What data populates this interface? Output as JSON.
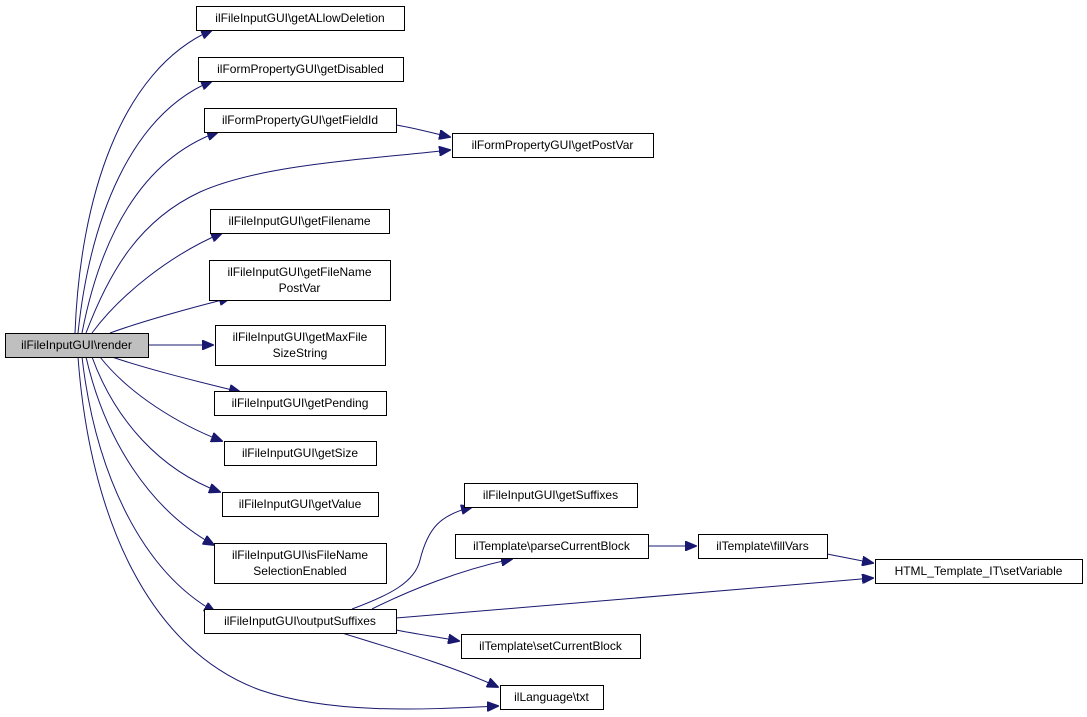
{
  "graph": {
    "edge_color": "#191970",
    "root_fill": "#bfbfbf",
    "nodes": [
      {
        "id": "render",
        "lines": [
          "ilFileInputGUI\\render"
        ]
      },
      {
        "id": "getALlowDeletion",
        "lines": [
          "ilFileInputGUI\\getALlowDeletion"
        ]
      },
      {
        "id": "getDisabled",
        "lines": [
          "ilFormPropertyGUI\\getDisabled"
        ]
      },
      {
        "id": "getFieldId",
        "lines": [
          "ilFormPropertyGUI\\getFieldId"
        ]
      },
      {
        "id": "getPostVar",
        "lines": [
          "ilFormPropertyGUI\\getPostVar"
        ]
      },
      {
        "id": "getFilename",
        "lines": [
          "ilFileInputGUI\\getFilename"
        ]
      },
      {
        "id": "getFileNamePostVar",
        "lines": [
          "ilFileInputGUI\\getFileName",
          "PostVar"
        ]
      },
      {
        "id": "getMaxFileSizeString",
        "lines": [
          "ilFileInputGUI\\getMaxFile",
          "SizeString"
        ]
      },
      {
        "id": "getPending",
        "lines": [
          "ilFileInputGUI\\getPending"
        ]
      },
      {
        "id": "getSize",
        "lines": [
          "ilFileInputGUI\\getSize"
        ]
      },
      {
        "id": "getValue",
        "lines": [
          "ilFileInputGUI\\getValue"
        ]
      },
      {
        "id": "isFileNameSelectionEnabled",
        "lines": [
          "ilFileInputGUI\\isFileName",
          "SelectionEnabled"
        ]
      },
      {
        "id": "outputSuffixes",
        "lines": [
          "ilFileInputGUI\\outputSuffixes"
        ]
      },
      {
        "id": "getSuffixes",
        "lines": [
          "ilFileInputGUI\\getSuffixes"
        ]
      },
      {
        "id": "parseCurrentBlock",
        "lines": [
          "ilTemplate\\parseCurrentBlock"
        ]
      },
      {
        "id": "fillVars",
        "lines": [
          "ilTemplate\\fillVars"
        ]
      },
      {
        "id": "setVariable",
        "lines": [
          "HTML_Template_IT\\setVariable"
        ]
      },
      {
        "id": "setCurrentBlock",
        "lines": [
          "ilTemplate\\setCurrentBlock"
        ]
      },
      {
        "id": "txt",
        "lines": [
          "ilLanguage\\txt"
        ]
      }
    ],
    "edges": [
      {
        "from": "render",
        "to": "getALlowDeletion"
      },
      {
        "from": "render",
        "to": "getDisabled"
      },
      {
        "from": "render",
        "to": "getFieldId"
      },
      {
        "from": "render",
        "to": "getPostVar"
      },
      {
        "from": "getFieldId",
        "to": "getPostVar"
      },
      {
        "from": "render",
        "to": "getFilename"
      },
      {
        "from": "render",
        "to": "getFileNamePostVar"
      },
      {
        "from": "render",
        "to": "getMaxFileSizeString"
      },
      {
        "from": "render",
        "to": "getPending"
      },
      {
        "from": "render",
        "to": "getSize"
      },
      {
        "from": "render",
        "to": "getValue"
      },
      {
        "from": "render",
        "to": "isFileNameSelectionEnabled"
      },
      {
        "from": "render",
        "to": "outputSuffixes"
      },
      {
        "from": "render",
        "to": "txt"
      },
      {
        "from": "outputSuffixes",
        "to": "getSuffixes"
      },
      {
        "from": "outputSuffixes",
        "to": "parseCurrentBlock"
      },
      {
        "from": "outputSuffixes",
        "to": "setVariable"
      },
      {
        "from": "outputSuffixes",
        "to": "setCurrentBlock"
      },
      {
        "from": "outputSuffixes",
        "to": "txt"
      },
      {
        "from": "parseCurrentBlock",
        "to": "fillVars"
      },
      {
        "from": "fillVars",
        "to": "setVariable"
      }
    ]
  }
}
